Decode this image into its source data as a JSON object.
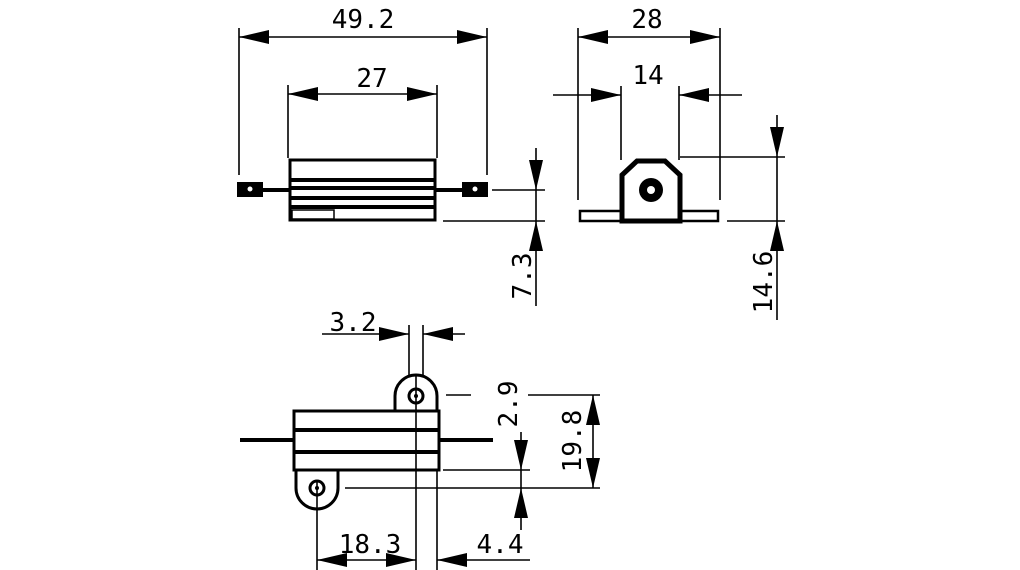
{
  "drawing": {
    "type": "technical-drawing",
    "subject": "aluminium housed wirewound resistor",
    "units": "mm",
    "line_color": "#000000",
    "background": "#ffffff"
  },
  "dimensions": {
    "side_view": {
      "overall_length": "49.2",
      "body_length": "27",
      "lead_height": "7.3"
    },
    "end_view": {
      "overall_width": "28",
      "mounting_center_width": "14",
      "height": "14.6"
    },
    "top_view": {
      "hole_diameter": "3.2",
      "tab_offset": "2.9",
      "hole_pitch_vertical": "19.8",
      "hole_pitch_horizontal": "18.3",
      "tab_width": "4.4"
    }
  }
}
